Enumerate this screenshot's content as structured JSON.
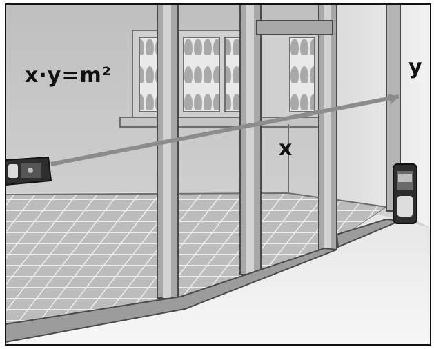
{
  "labels": {
    "formula": "x·y=m²",
    "x": "x",
    "y": "y"
  },
  "colors": {
    "wall": "#c9c9c9",
    "back_wall": "#d6d6d6",
    "floor_tile": "#bdbdbd",
    "grout": "#e8e8e8",
    "frame": "#9a9a9a",
    "frame_light": "#d0d0d0",
    "laser_beam": "#8c8c8c",
    "device_body": "#2e2e2e",
    "outline": "#111111"
  },
  "icons": {
    "device_left": "laser-distance-meter-icon",
    "device_right": "laser-distance-meter-icon"
  }
}
